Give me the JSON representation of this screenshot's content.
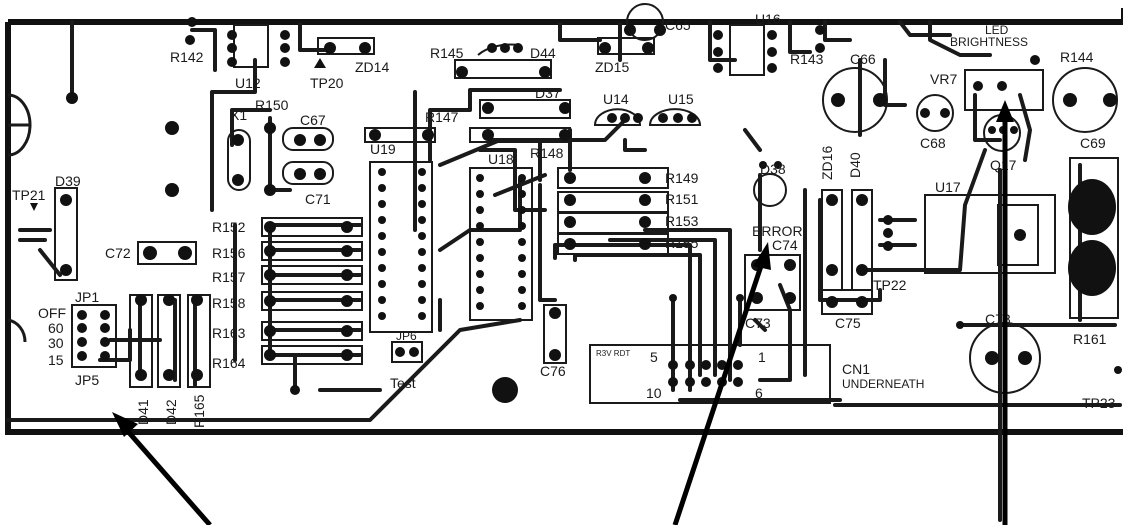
{
  "labels": {
    "r142": "R142",
    "u12": "U12",
    "tp20": "TP20",
    "zd14": "ZD14",
    "r145": "R145",
    "d44": "D44",
    "zd15": "ZD15",
    "c65": "C65",
    "u16": "U16",
    "r143": "R143",
    "c66": "C66",
    "led_brightness_1": "LED",
    "led_brightness_2": "BRIGHTNESS",
    "r144": "R144",
    "x1": "X1",
    "r150": "R150",
    "c67": "C67",
    "r147": "R147",
    "d37": "D37",
    "u14": "U14",
    "u15": "U15",
    "vr7": "VR7",
    "c68": "C68",
    "q17": "Q17",
    "c69": "C69",
    "u19": "U19",
    "u18": "U18",
    "r148": "R148",
    "c71": "C71",
    "tp21": "TP21",
    "d39": "D39",
    "d38": "D38",
    "zd16": "ZD16",
    "d40": "D40",
    "u17": "U17",
    "r149": "R149",
    "r151": "R151",
    "r153": "R153",
    "r155": "R155",
    "error": "ERROR",
    "c74": "C74",
    "r152": "R152",
    "r156": "R156",
    "r157": "R157",
    "r158": "R158",
    "r163": "R163",
    "r164": "R164",
    "c72": "C72",
    "tp22": "TP22",
    "c73": "C73",
    "c75": "C75",
    "jp1": "JP1",
    "jp5": "JP5",
    "jp_off": "OFF",
    "jp_60": "60",
    "jp_30": "30",
    "jp_15": "15",
    "d41": "D41",
    "d42": "D42",
    "r165": "R165",
    "c76": "C76",
    "jp_test_1": "JP6",
    "jp_test_2": "Test",
    "cn1_pin5": "5",
    "cn1_pin1": "1",
    "cn1_pin10": "10",
    "cn1_pin6": "6",
    "cn1_note": "R3V RDT",
    "cn1": "CN1",
    "underneath": "UNDERNEATH",
    "c78": "C78",
    "r161": "R161",
    "tp23": "TP23"
  }
}
